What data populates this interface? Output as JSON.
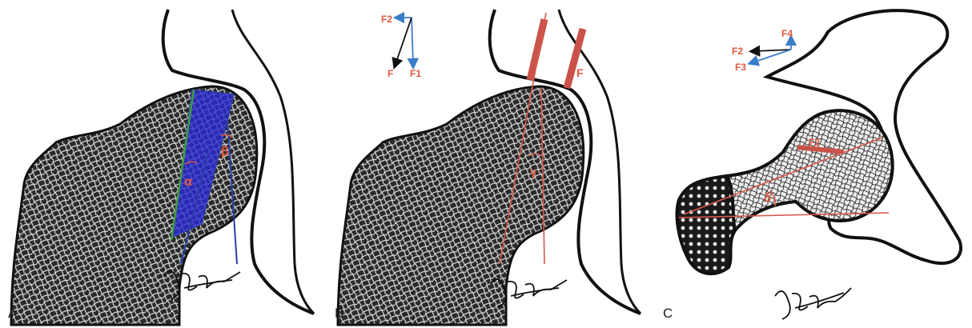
{
  "colors": {
    "bone_dark": "#2a2a2a",
    "bone_outline": "#111111",
    "trabecular_light": "#dcdcdc",
    "overlay_blue": "#2a2ad6",
    "line_green": "#3f9e3f",
    "line_blue": "#2b3da8",
    "line_red": "#d9574b",
    "arrow_blue": "#3a7ec8",
    "label_red": "#e0583f",
    "background": "#ffffff"
  },
  "panels": [
    {
      "letter": "A",
      "angle_labels": {
        "alpha": "α",
        "beta": "β"
      },
      "signature_icon": "handwritten-signature"
    },
    {
      "letter": "B",
      "force_labels": {
        "f1": "F1",
        "f2": "F2",
        "f": "F",
        "f_large": "F"
      },
      "angle_label": "γ",
      "signature_icon": "handwritten-signature"
    },
    {
      "letter": "C",
      "force_labels": {
        "f2": "F2",
        "f3": "F3",
        "f4": "F4",
        "f2_inside": "F2"
      },
      "angle_label": "δ",
      "signature_icon": "handwritten-signature"
    }
  ]
}
